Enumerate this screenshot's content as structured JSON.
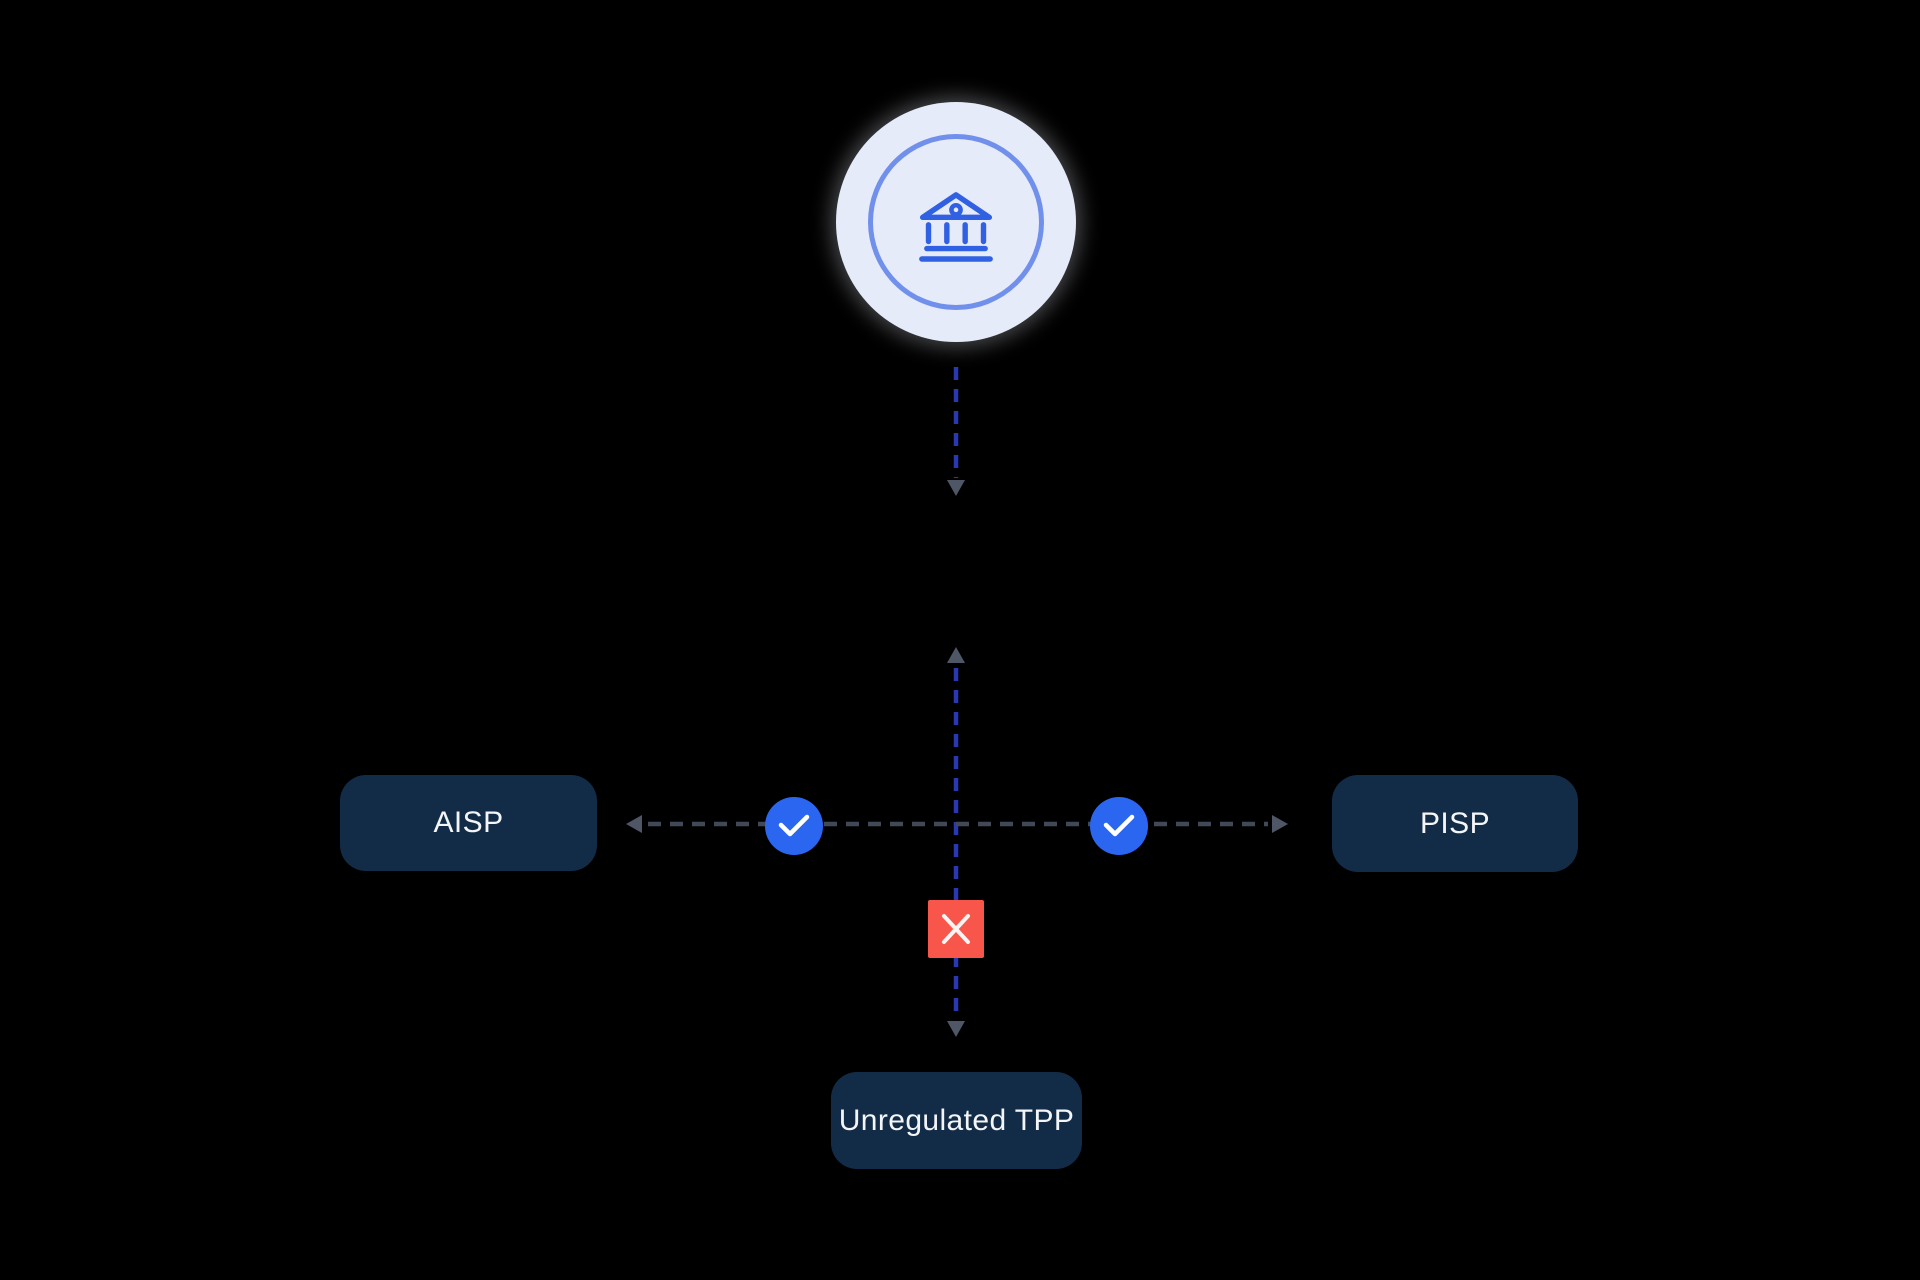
{
  "colors": {
    "background": "#000000",
    "bank-circle-fill": "#e6ebfa",
    "bank-ring": "#7090ec",
    "bank-icon": "#3161e3",
    "check-fill": "#2b66f0",
    "check-mark": "#ffffff",
    "cross-fill": "#f8564a",
    "cross-mark": "#fdf3f2",
    "node-fill": "#122c47",
    "node-text": "#f3f5f8",
    "h-line": "#414856",
    "v-line": "#2a38b4",
    "arrow": "#4f5666"
  },
  "bank_node": {
    "icon": "bank-icon"
  },
  "nodes": [
    {
      "id": "aisp",
      "label": "AISP",
      "status": "approved"
    },
    {
      "id": "pisp",
      "label": "PISP",
      "status": "approved"
    },
    {
      "id": "unregulated_tpp",
      "label": "Unregulated TPP",
      "status": "blocked"
    }
  ],
  "connections": [
    {
      "from": "bank",
      "to": "hub",
      "style": "dashed",
      "arrow": "down"
    },
    {
      "from": "hub",
      "to": "aisp",
      "style": "dashed",
      "marker": "check"
    },
    {
      "from": "hub",
      "to": "pisp",
      "style": "dashed",
      "marker": "check"
    },
    {
      "from": "hub",
      "to": "unregulated_tpp",
      "style": "dashed",
      "marker": "cross"
    }
  ]
}
